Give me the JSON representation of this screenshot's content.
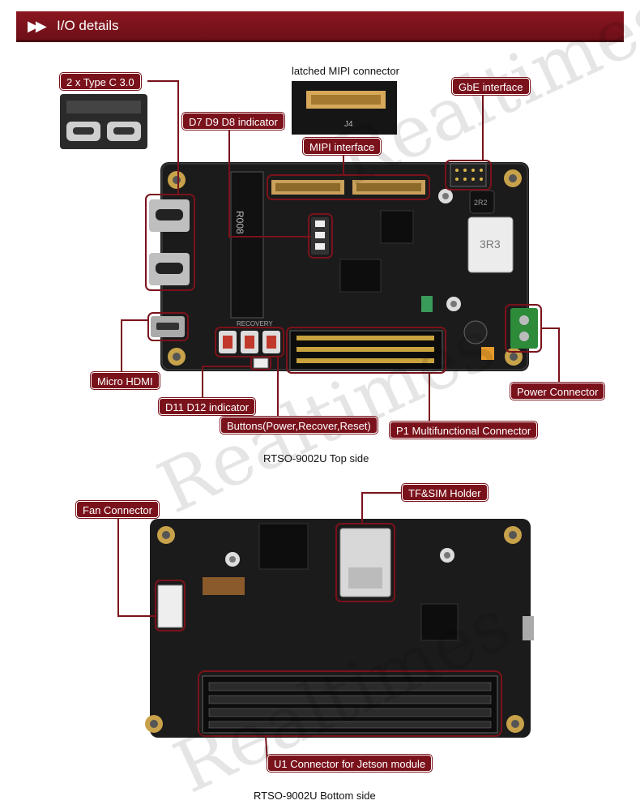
{
  "header": {
    "arrows": "▶▶",
    "title": "I/O details"
  },
  "top": {
    "labels": {
      "typec": "2 x Type C 3.0",
      "latched": "latched MIPI connector",
      "indicator_d7": "D7 D9 D8 indicator",
      "mipi": "MIPI interface",
      "gbe": "GbE interface",
      "micro_hdmi": "Micro HDMI",
      "d11": "D11 D12 indicator",
      "buttons": "Buttons(Power,Recover,Reset)",
      "p1": "P1 Multifunctional Connector",
      "power": "Power Connector"
    },
    "caption": "RTSO-9002U Top side",
    "board_marks": {
      "r": "R008",
      "recovery": "RECOVERY",
      "j4": "J4",
      "sd": "3R3",
      "inductor": "2R2"
    }
  },
  "bottom": {
    "labels": {
      "fan": "Fan Connector",
      "tfsim": "TF&SIM Holder",
      "u1": "U1 Connector for Jetson module"
    },
    "caption": "RTSO-9002U Bottom side"
  },
  "watermark": "Realtimes",
  "colors": {
    "accent": "#7a121b",
    "pcb": "#1b1b1b"
  }
}
